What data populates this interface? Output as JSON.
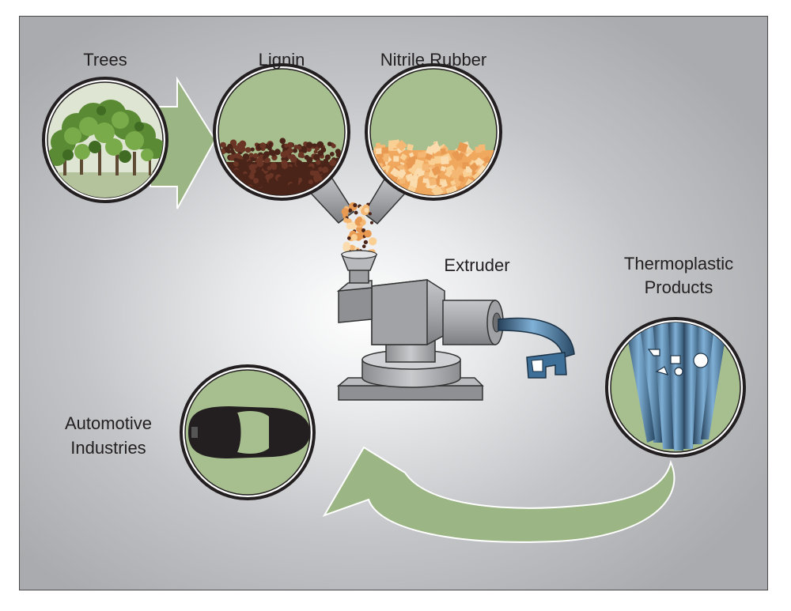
{
  "labels": {
    "trees": "Trees",
    "lignin": "Lignin",
    "nitrile_rubber": "Nitrile Rubber",
    "extruder": "Extruder",
    "thermoplastic_line1": "Thermoplastic",
    "thermoplastic_line2": "Products",
    "automotive_line1": "Automotive",
    "automotive_line2": "Industries"
  },
  "icons": [
    "trees-icon",
    "lignin-granules-icon",
    "rubber-granules-icon",
    "extruder-icon",
    "thermoplastic-profiles-icon",
    "car-icon"
  ],
  "colors": {
    "arrow_green": "#9bb584",
    "circle_fill": "#a7bf8e",
    "lignin": "#4a2418",
    "rubber": "#f5b774",
    "machine": "#9a9c9f",
    "profile_blue": "#4a7fa8",
    "car": "#231f20"
  }
}
